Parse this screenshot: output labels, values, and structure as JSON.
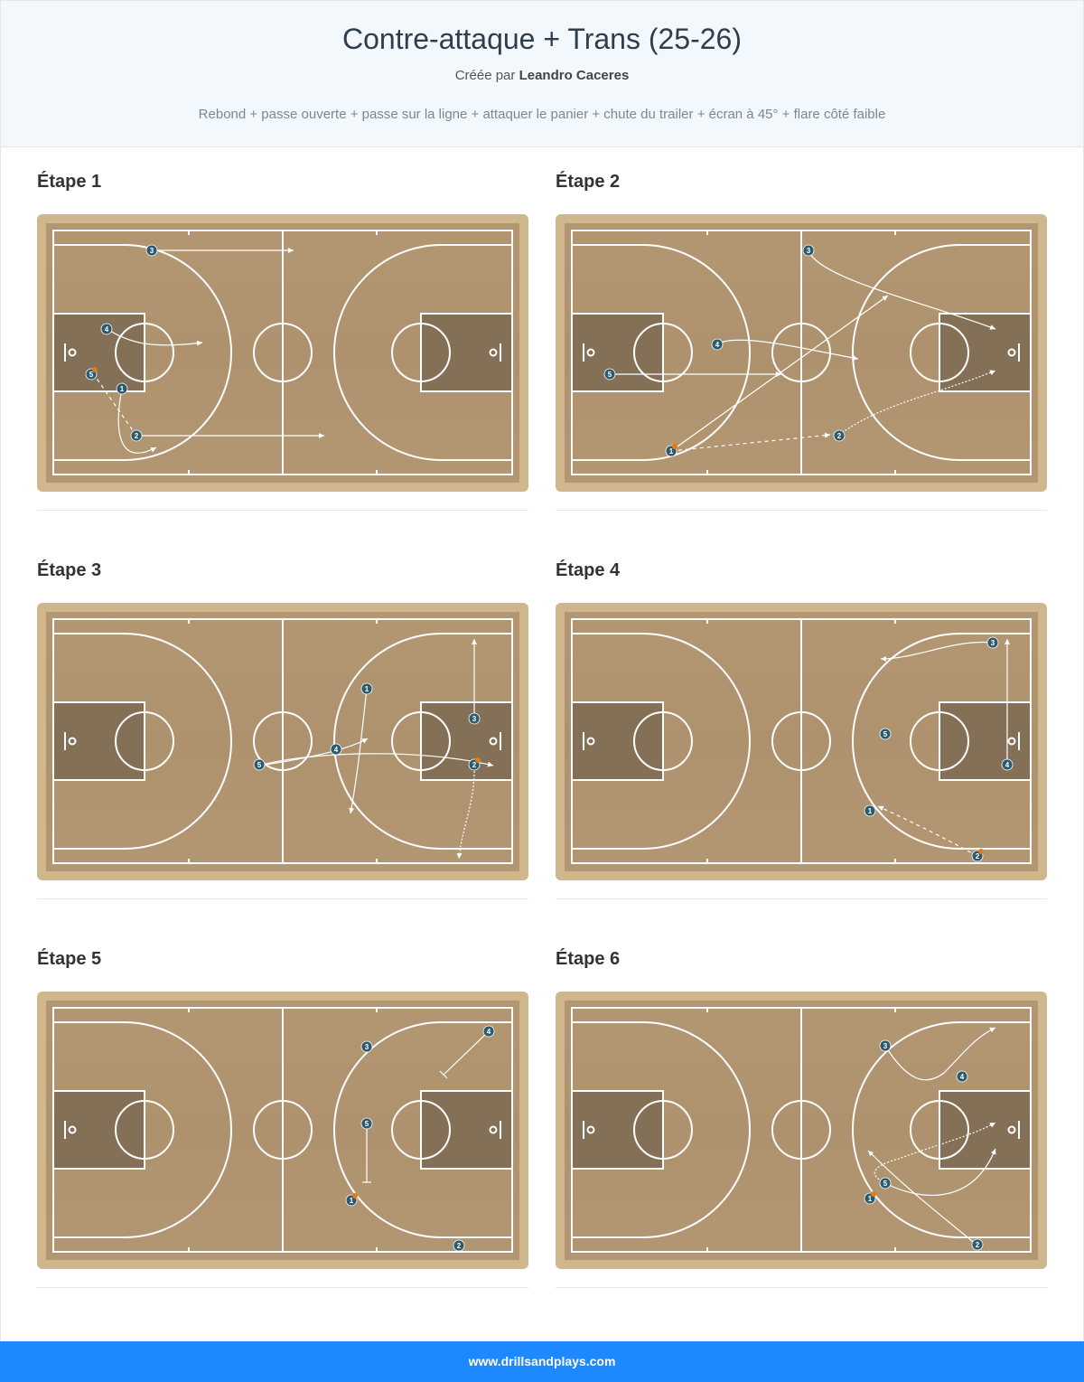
{
  "title": "Contre-attaque + Trans (25-26)",
  "byline": {
    "prefix": "Créée par",
    "author": "Leandro Caceres"
  },
  "description": "Rebond + passe ouverte + passe sur la ligne + attaquer le panier + chute du trailer + écran à 45° + flare côté faible",
  "steps": [
    {
      "label": "Étape 1"
    },
    {
      "label": "Étape 2"
    },
    {
      "label": "Étape 3"
    },
    {
      "label": "Étape 4"
    },
    {
      "label": "Étape 5"
    },
    {
      "label": "Étape 6"
    }
  ],
  "player_labels": [
    "1",
    "2",
    "3",
    "4",
    "5"
  ],
  "colors": {
    "court_border": "#d0b68d",
    "court_floor": "#b09570",
    "paint": "#7d6a52",
    "player": "#2e5a6e",
    "ball": "#e07b1a",
    "accent_footer": "#1e88ff"
  },
  "footer": "www.drillsandplays.com"
}
